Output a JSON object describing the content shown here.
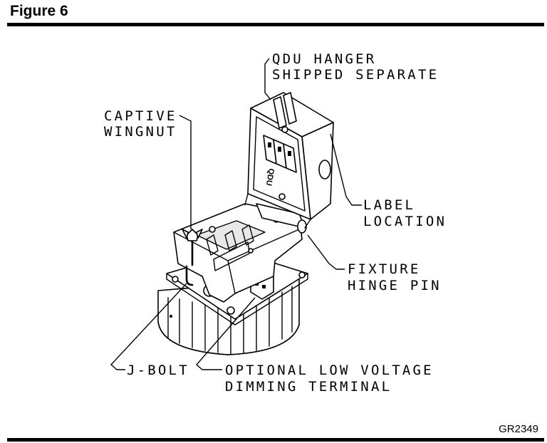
{
  "figure": {
    "title": "Figure 6",
    "code": "GR2349"
  },
  "callouts": {
    "qdu_hanger": {
      "line1": "QDU HANGER",
      "line2": "SHIPPED SEPARATE"
    },
    "captive_wingnut": {
      "line1": "CAPTIVE",
      "line2": "WINGNUT"
    },
    "label_location": {
      "line1": "LABEL",
      "line2": "LOCATION"
    },
    "fixture_hinge_pin": {
      "line1": "FIXTURE",
      "line2": "HINGE PIN"
    },
    "j_bolt": {
      "line1": "J-BOLT"
    },
    "dimming_terminal": {
      "line1": "OPTIONAL LOW VOLTAGE",
      "line2": "DIMMING TERMINAL"
    }
  },
  "hanger_label_text": "QDU"
}
